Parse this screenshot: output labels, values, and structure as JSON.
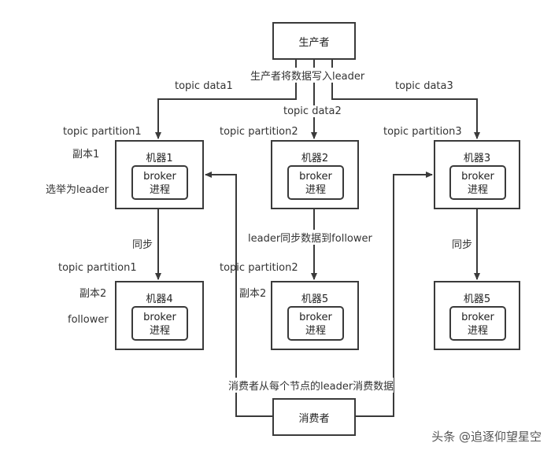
{
  "producer": {
    "label": "生产者"
  },
  "consumer": {
    "label": "消费者"
  },
  "edge_labels": {
    "producer_writes": "生产者将数据写入leader",
    "data1": "topic data1",
    "data2": "topic data2",
    "data3": "topic data3",
    "sync_left": "同步",
    "sync_right": "同步",
    "sync_middle": "leader同步数据到follower",
    "consumer_reads": "消费者从每个节点的leader消费数据"
  },
  "machines": [
    {
      "title": "机器1",
      "inner_line1": "broker",
      "inner_line2": "进程",
      "partition": "topic partition1",
      "replica": "副本1",
      "note": "选举为leader"
    },
    {
      "title": "机器2",
      "inner_line1": "broker",
      "inner_line2": "进程",
      "partition": "topic partition2",
      "replica": "",
      "note": ""
    },
    {
      "title": "机器3",
      "inner_line1": "broker",
      "inner_line2": "进程",
      "partition": "topic partition3",
      "replica": "",
      "note": ""
    },
    {
      "title": "机器4",
      "inner_line1": "broker",
      "inner_line2": "进程",
      "partition": "topic partition1",
      "replica": "副本2",
      "note": "follower"
    },
    {
      "title": "机器5",
      "inner_line1": "broker",
      "inner_line2": "进程",
      "partition": "topic partition2",
      "replica": "副本2",
      "note": ""
    },
    {
      "title": "机器5",
      "inner_line1": "broker",
      "inner_line2": "进程",
      "partition": "",
      "replica": "",
      "note": ""
    }
  ],
  "watermark": "头条 @追逐仰望星空",
  "colors": {
    "line": "#3a3a3a",
    "text": "#333333"
  }
}
